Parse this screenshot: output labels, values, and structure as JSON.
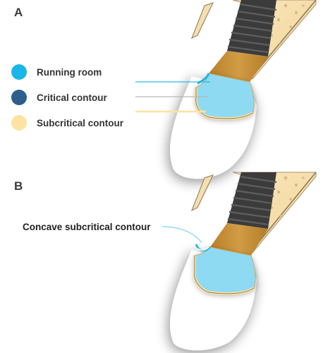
{
  "panels": {
    "a_label": "A",
    "b_label": "B"
  },
  "legend": [
    {
      "label": "Running room",
      "color": "#1cb6e6"
    },
    {
      "label": "Critical contour",
      "color": "#2d5f8c"
    },
    {
      "label": "Subcritical contour",
      "color": "#fde3a3"
    }
  ],
  "callout": {
    "label": "Concave subcritical contour"
  },
  "colors": {
    "crown_fill": "#8fdaf3",
    "running_room": "#1cb6e6",
    "critical": "#2d5f8c",
    "subcritical": "#fde3a3",
    "abutment": "#c8923a",
    "implant": "#3c3c3c",
    "bone": "#f6dfae",
    "tooth": "#ffffff"
  }
}
